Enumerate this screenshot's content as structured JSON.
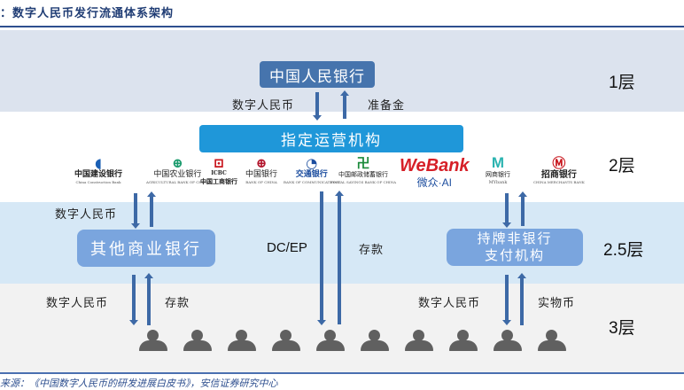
{
  "title": "：数字人民币发行流通体系架构",
  "source": "来源：《中国数字人民币的研发进展白皮书》，安信证券研究中心",
  "colors": {
    "pboc_box": "#4674ad",
    "ops_box": "#1f97d9",
    "tier25_box": "#7aa5de",
    "arrow": "#3d69a6",
    "band_1": "#dce3ee",
    "band_2": "#ffffff",
    "band_25": "#d6e8f6",
    "band_3": "#f2f2f2",
    "person": "#606060"
  },
  "layers": {
    "l1": "1层",
    "l2": "2层",
    "l25": "2.5层",
    "l3": "3层"
  },
  "nodes": {
    "pboc": "中国人民银行",
    "operators": "指定运营机构",
    "other_banks": "其他商业银行",
    "payment_institutions_line1": "持牌非银行",
    "payment_institutions_line2": "支付机构",
    "users_count": 10
  },
  "flows": {
    "pboc_down": "数字人民币",
    "pboc_up": "准备金",
    "ops_to_other_down": "数字人民币",
    "dcep": "DC/EP",
    "deposit_mid": "存款",
    "other_to_users_down": "数字人民币",
    "other_to_users_up": "存款",
    "pay_to_users_down": "数字人民币",
    "pay_to_users_up": "实物币"
  },
  "banks": [
    {
      "icon": "ccb-logo-icon",
      "cn": "中国建设银行",
      "en": "China Construction Bank",
      "glyph": "◖",
      "color": "#1a5fb4"
    },
    {
      "icon": "abc-logo-icon",
      "cn": "中国农业银行",
      "en": "AGRICULTURAL BANK OF CHINA",
      "glyph": "⊕",
      "color": "#1a9a6c"
    },
    {
      "icon": "icbc-logo-icon",
      "cn": "中国工商银行",
      "en": "ICBC",
      "glyph": "⊡",
      "color": "#c8161d"
    },
    {
      "icon": "boc-logo-icon",
      "cn": "中国银行",
      "en": "BANK OF CHINA",
      "glyph": "⊕",
      "color": "#b3162d"
    },
    {
      "icon": "bocom-logo-icon",
      "cn": "交通银行",
      "en": "BANK OF COMMUNICATIONS",
      "glyph": "◔",
      "color": "#1c4d9e"
    },
    {
      "icon": "psbc-logo-icon",
      "cn": "中国邮政储蓄银行",
      "en": "POSTAL SAVINGS BANK OF CHINA",
      "glyph": "卍",
      "color": "#1a8a3a"
    },
    {
      "icon": "webank-logo-icon",
      "cn": "微众·AI",
      "en": "WeBank",
      "glyph": "",
      "color": "#d61f27"
    },
    {
      "icon": "mybank-logo-icon",
      "cn": "网商银行",
      "en": "MYbank",
      "glyph": "M",
      "color": "#2bb3b0"
    },
    {
      "icon": "cmb-logo-icon",
      "cn": "招商银行",
      "en": "CHINA MERCHANTS BANK",
      "glyph": "Ⓜ",
      "color": "#c8161d"
    }
  ]
}
